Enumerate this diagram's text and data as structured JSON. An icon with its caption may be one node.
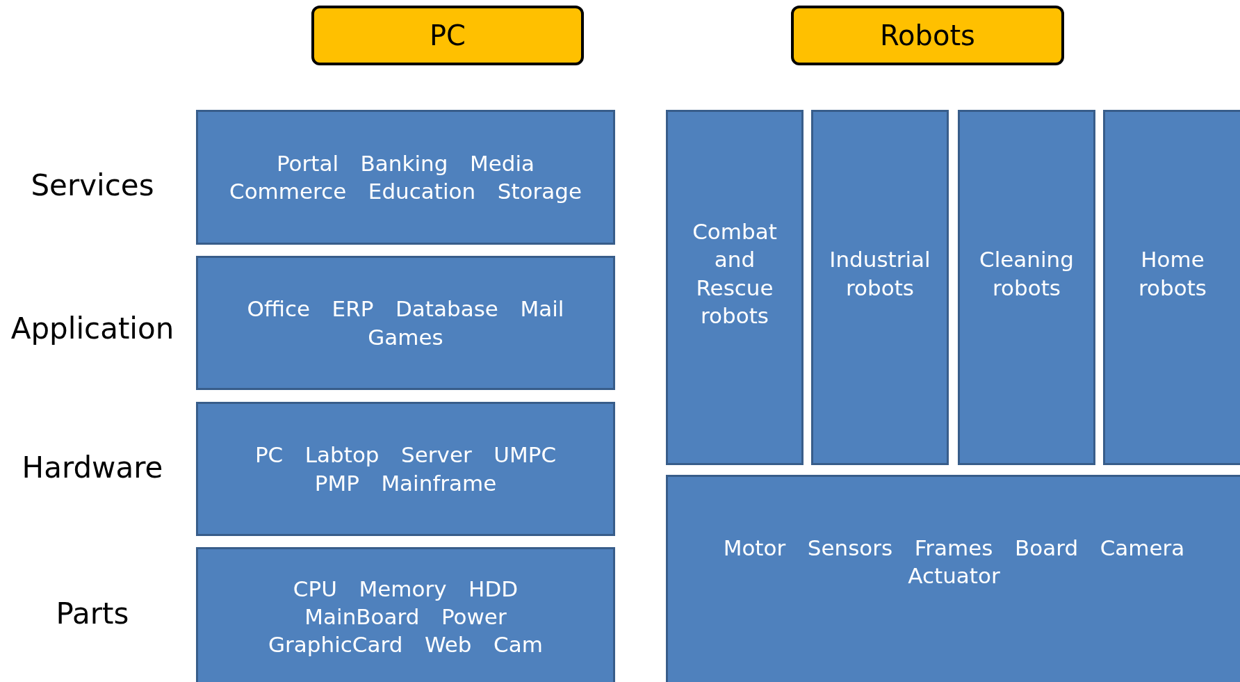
{
  "diagram": {
    "nodes": [
      {
        "text": [
          "PC"
        ]
      },
      {
        "text": [
          "Robots"
        ]
      },
      {
        "text": [
          "Portal Banking Media Commerce Education Storage"
        ]
      },
      {
        "text": [
          "Office ERP Database Mail Games"
        ]
      },
      {
        "text": [
          "PC Labtop Server UMPC PMP Mainframe"
        ]
      },
      {
        "text": [
          "CPU Memory HDD MainBoard Power GraphicCard Web Cam"
        ]
      },
      {
        "text": [
          "Combat and Rescue robots"
        ]
      },
      {
        "text": [
          "Industrial robots"
        ]
      },
      {
        "text": [
          "Cleaning robots"
        ]
      },
      {
        "text": [
          "Home robots"
        ]
      },
      {
        "text": [
          "Motor Sensors Frames Board Camera Actuator"
        ]
      }
    ],
    "edges": [],
    "labels": [
      "Services",
      "Application",
      "Hardware",
      "Parts"
    ]
  }
}
